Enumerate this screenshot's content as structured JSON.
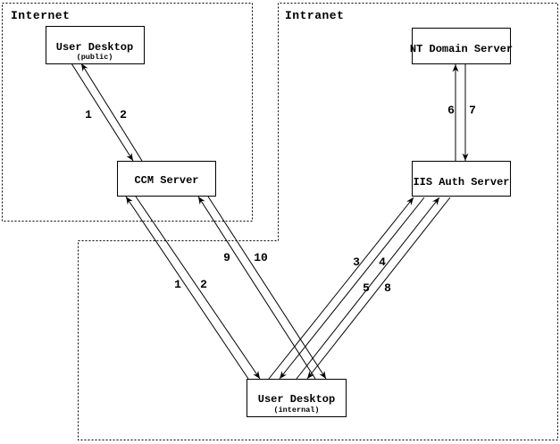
{
  "diagram": {
    "zones": [
      {
        "label": "Internet"
      },
      {
        "label": "Intranet"
      }
    ],
    "nodes": [
      {
        "label": "User Desktop",
        "sublabel": "(public)",
        "zone": "Internet"
      },
      {
        "label": "CCM Server",
        "zone": "Internet"
      },
      {
        "label": "NT Domain Server",
        "zone": "Intranet"
      },
      {
        "label": "IIS Auth Server",
        "zone": "Intranet"
      },
      {
        "label": "User Desktop",
        "sublabel": "(internal)"
      }
    ],
    "arrows": [
      {
        "label": "1",
        "from": "User Desktop (public)",
        "to": "CCM Server"
      },
      {
        "label": "2",
        "from": "CCM Server",
        "to": "User Desktop (public)"
      },
      {
        "label": "6",
        "from": "IIS Auth Server",
        "to": "NT Domain Server"
      },
      {
        "label": "7",
        "from": "NT Domain Server",
        "to": "IIS Auth Server"
      },
      {
        "label": "1",
        "from": "User Desktop (internal)",
        "to": "CCM Server"
      },
      {
        "label": "2",
        "from": "CCM Server",
        "to": "User Desktop (internal)"
      },
      {
        "label": "9",
        "from": "User Desktop (internal)",
        "to": "CCM Server"
      },
      {
        "label": "10",
        "from": "CCM Server",
        "to": "User Desktop (internal)"
      },
      {
        "label": "3",
        "from": "User Desktop (internal)",
        "to": "IIS Auth Server"
      },
      {
        "label": "4",
        "from": "IIS Auth Server",
        "to": "User Desktop (internal)"
      },
      {
        "label": "5",
        "from": "User Desktop (internal)",
        "to": "IIS Auth Server"
      },
      {
        "label": "8",
        "from": "IIS Auth Server",
        "to": "User Desktop (internal)"
      }
    ],
    "colors": {
      "ink": "#000000",
      "background": "#ffffff"
    }
  }
}
